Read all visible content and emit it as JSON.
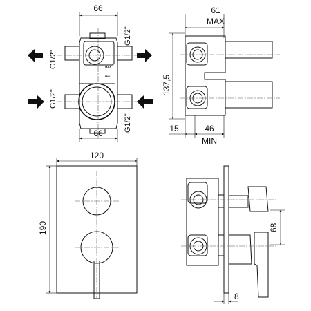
{
  "dimensions": {
    "top_width_66": "66",
    "bottom_width_66": "66",
    "thread_left_top": "G1/2\"",
    "thread_right_top": "G1/2\"",
    "thread_left_bottom": "G1/2\"",
    "thread_right_bottom": "G1/2\"",
    "side_max_value": "61",
    "side_max_label": "MAX",
    "side_height": "137,5",
    "side_min_offset": "15",
    "side_min_value": "46",
    "side_min_label": "MIN",
    "plate_width": "120",
    "plate_height": "190",
    "lever_height": "68",
    "plate_thickness": "8"
  },
  "body_marks": {
    "max_mark": "MAX",
    "min_mark": "MIN"
  },
  "flow_arrows": {
    "top_row": "outward",
    "bottom_row": "inward"
  }
}
